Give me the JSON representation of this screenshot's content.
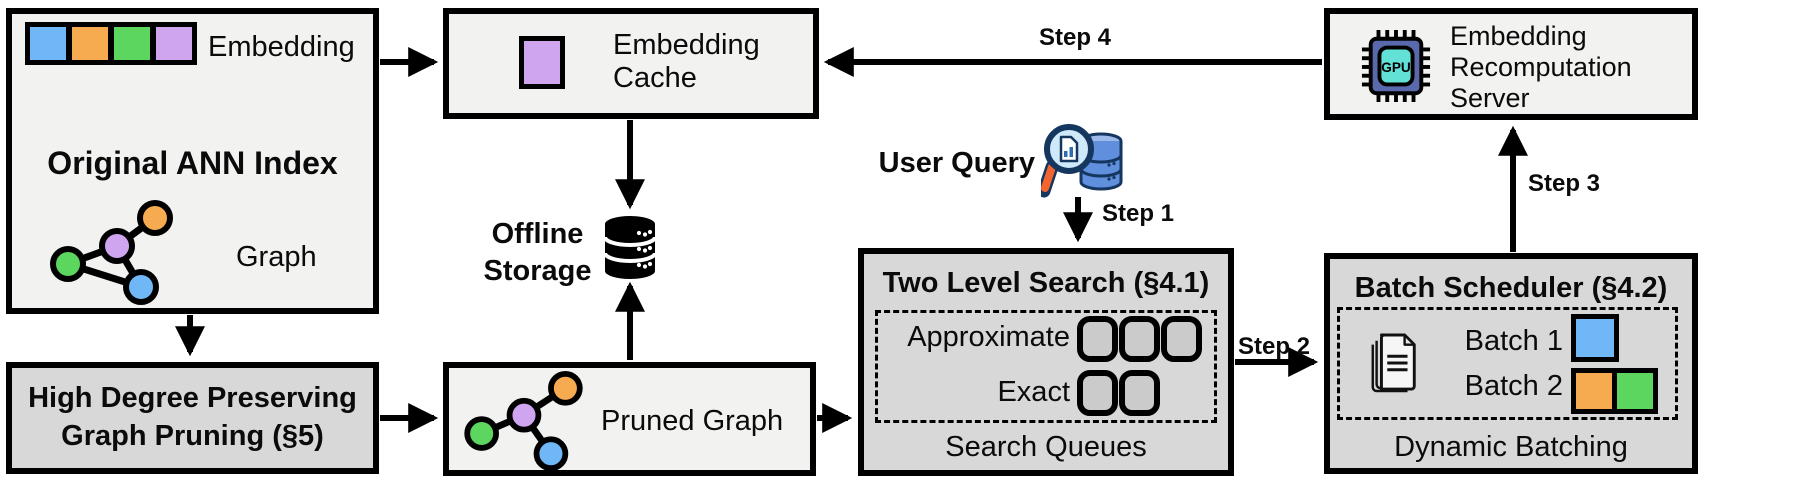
{
  "colors": {
    "blue": "#6FB7F7",
    "orange": "#F7AB50",
    "green": "#5CD65E",
    "purple": "#CFA5F0",
    "box_light": "#F2F2F1",
    "box_dark": "#D8D8D8",
    "slot": "#CBCBCB",
    "chip_body": "#5A69AC",
    "chip_core": "#62E1D6",
    "db_blue": "#5F8FDD",
    "db_blue_light": "#9DB9EA",
    "navy": "#15365F",
    "lens": "#CFE9FA",
    "handle": "#F2652F"
  },
  "boxes": {
    "ann": {
      "embedding_label": "Embedding",
      "title": "Original ANN Index",
      "graph_label": "Graph"
    },
    "pruning": {
      "title": "High Degree Preserving Graph Pruning (§5)"
    },
    "cache": {
      "title": "Embedding Cache"
    },
    "storage": {
      "label": "Offline Storage"
    },
    "pruned": {
      "label": "Pruned Graph"
    },
    "search": {
      "title": "Two Level Search (§4.1)",
      "approximate_label": "Approximate",
      "exact_label": "Exact",
      "caption": "Search Queues"
    },
    "scheduler": {
      "title": "Batch Scheduler (§4.2)",
      "batch1_label": "Batch 1",
      "batch2_label": "Batch 2",
      "caption": "Dynamic Batching"
    },
    "server": {
      "title": "Embedding Recomputation Server",
      "gpu_label": "GPU"
    }
  },
  "annotations": {
    "user_query": "User Query",
    "step1": "Step 1",
    "step2": "Step 2",
    "step3": "Step 3",
    "step4": "Step 4"
  },
  "icons": {
    "embedding_row": "embedding-vector-icon",
    "graph": "graph-nodes-icon",
    "storage": "database-stack-icon",
    "query": "magnifier-database-icon",
    "gpu": "gpu-chip-icon",
    "documents": "document-stack-icon"
  }
}
